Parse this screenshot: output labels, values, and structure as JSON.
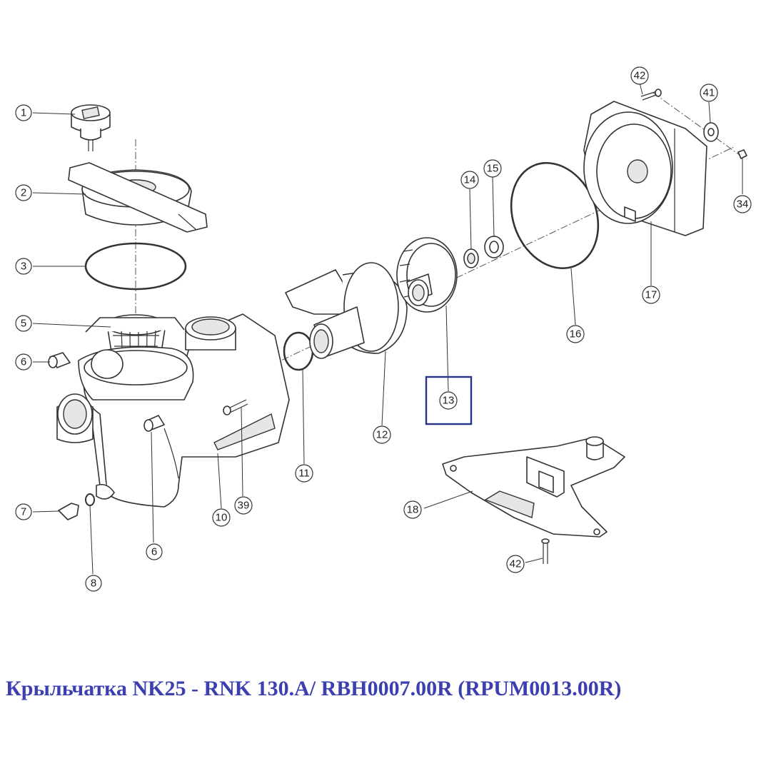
{
  "caption": "Крыльчатка NK25 - RNK 130.A/ RBH0007.00R (RPUM0013.00R)",
  "accent_color": "#3b3fb0",
  "highlight_color": "#27348b",
  "callouts": {
    "c1": "1",
    "c2": "2",
    "c3": "3",
    "c5": "5",
    "c6a": "6",
    "c6b": "6",
    "c7": "7",
    "c8": "8",
    "c10": "10",
    "c39": "39",
    "c11": "11",
    "c12": "12",
    "c13": "13",
    "c14": "14",
    "c15": "15",
    "c16": "16",
    "c17": "17",
    "c18": "18",
    "c34": "34",
    "c41": "41",
    "c42a": "42",
    "c42b": "42"
  },
  "highlighted_part": "13"
}
